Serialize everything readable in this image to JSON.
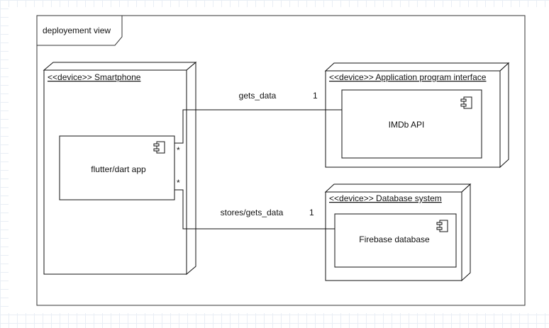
{
  "frame": {
    "title": "deployement view"
  },
  "nodes": {
    "smartphone": {
      "title": "<<device>> Smartphone"
    },
    "api": {
      "title": "<<device>> Application program interface"
    },
    "database": {
      "title": "<<device>> Database system"
    }
  },
  "components": {
    "app": {
      "name": "flutter/dart app"
    },
    "imdb": {
      "name": "IMDb API"
    },
    "firebase": {
      "name": "Firebase database"
    }
  },
  "connectors": {
    "gets_data": {
      "label": "gets_data",
      "source_multiplicity": "*",
      "target_multiplicity": "1"
    },
    "stores_gets_data": {
      "label": "stores/gets_data",
      "source_multiplicity": "*",
      "target_multiplicity": "1"
    }
  },
  "icons": [
    "component-icon"
  ]
}
